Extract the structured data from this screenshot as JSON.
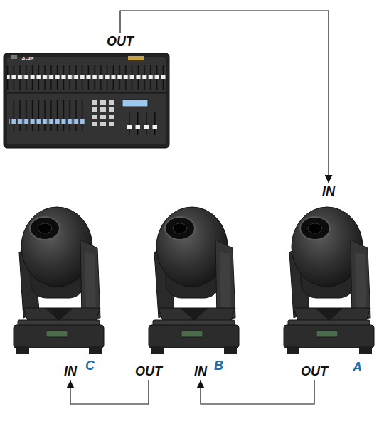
{
  "diagram": {
    "nodes": [
      {
        "text": [
          "OUT"
        ]
      },
      {
        "text": [
          "IN",
          "C"
        ]
      },
      {
        "text": [
          "OUT",
          "IN",
          "B"
        ]
      },
      {
        "text": [
          "IN",
          "OUT",
          "A"
        ]
      }
    ],
    "edges": [
      {
        "from": 0,
        "to": 3,
        "arrow": "to"
      },
      {
        "from": 3,
        "to": 2,
        "arrow": "to"
      },
      {
        "from": 2,
        "to": 1,
        "arrow": "to"
      }
    ],
    "labels": [
      "A-48"
    ]
  }
}
